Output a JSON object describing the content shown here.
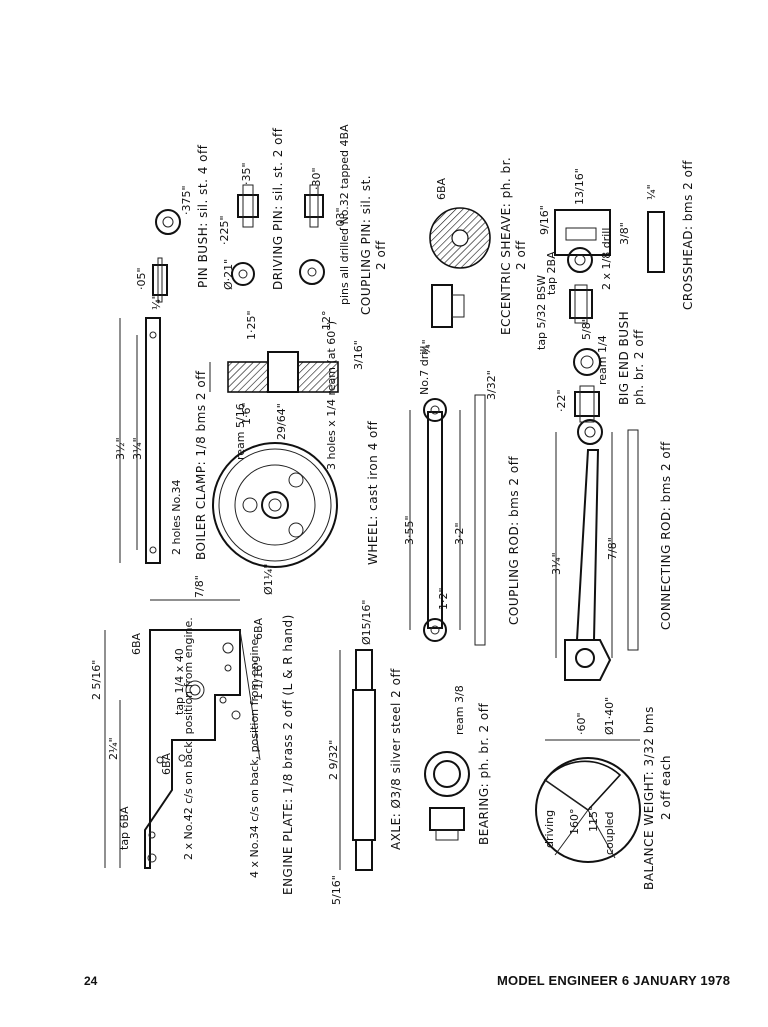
{
  "page": {
    "number": "24",
    "footer_title": "MODEL ENGINEER 6 JANUARY 1978"
  },
  "parts": {
    "engine_plate": "ENGINE PLATE: 1/8 brass 2 off (L & R hand)",
    "axle": "AXLE: Ø3/8 silver steel 2 off",
    "bearing": "BEARING: ph. br. 2 off",
    "balance_weight": "BALANCE WEIGHT: 3/32 bms",
    "balance_weight_qty": "2 off each",
    "boiler_clamp": "BOILER CLAMP: 1/8 bms 2 off",
    "wheel": "WHEEL: cast iron 4 off",
    "coupling_rod": "COUPLING ROD: bms 2 off",
    "connecting_rod": "CONNECTING ROD: bms 2 off",
    "pin_bush": "PIN BUSH: sil. st. 4 off",
    "driving_pin": "DRIVING PIN: sil. st. 2 off",
    "coupling_pin": "COUPLING PIN: sil. st.",
    "coupling_pin_qty": "2 off",
    "eccentric_sheave": "ECCENTRIC SHEAVE: ph. br.",
    "eccentric_sheave_qty": "2 off",
    "big_end_bush": "BIG END BUSH",
    "big_end_bush_qty": "ph. br. 2 off",
    "crosshead": "CROSSHEAD: bms 2 off"
  },
  "notes": {
    "tap_6ba": "tap 6BA",
    "holes_no42": "2 x No.42 c/s on back, position from engine.",
    "holes_no34": "4 x No.34 c/s on back, position from engine.",
    "tap_quarter_40": "tap 1/4 x 40",
    "six_ba": "6BA",
    "two_holes_no34": "2 holes No.34",
    "ream_5_16": "ream 5/16",
    "three_holes": "3 holes x 1/4 ream (at 60°)",
    "no7_drill": "No.7 drill",
    "ream_3_8": "ream 3/8",
    "pins_all": "pins all drilled No.32 tapped 4BA",
    "tap_2ba": "tap 2BA",
    "drill_2x_1_8": "2 x 1/8 drill",
    "tap_bsw": "tap 5/32 BSW",
    "ream_quarter": "ream 1/4",
    "driving": "driving",
    "coupled": "coupled"
  },
  "dims": {
    "d_3_5": "3½\"",
    "d_3_25": "3¼\"",
    "d_1_4": "¼\"",
    "d_3_55": "3·55\"",
    "d_3_2": "3·2\"",
    "d_1_2": "1·2\"",
    "d_3_16": "3/16\"",
    "d_3_32": "3/32\"",
    "d_1_6": "1·6\"",
    "d_1_25": "1·25\"",
    "d_29_64": "29/64\"",
    "d_12deg": "12°",
    "d_dia_1_25": "Ø1¼\"",
    "d_2_25": "2¼\"",
    "d_2_5_16": "2 5/16\"",
    "d_9_32": "2 9/32\"",
    "d_7_8": "7/8\"",
    "d_1_1_16": "1 1/16\"",
    "d_60": "·60\"",
    "d_140": "Ø1·40\"",
    "d_160": "160°",
    "d_115": "115°",
    "d_05": "·05\"",
    "d_375": "·375\"",
    "d_225": "·225\"",
    "d_03": "·03\"",
    "d_35": "·35\"",
    "d_30": "·30\"",
    "d_21": "Ø·21\"",
    "d_22": "·22\"",
    "d_3_4": "¾\"",
    "d_13_16": "13/16\"",
    "d_9_16": "9/16\"",
    "d_5_8": "5/8\"",
    "d_3_8": "3/8\"",
    "d_1_8": "1/8\"",
    "d_15_16": "Ø15/16\"",
    "d_5_16": "5/16\"",
    "d_12": "Ø·12\""
  }
}
